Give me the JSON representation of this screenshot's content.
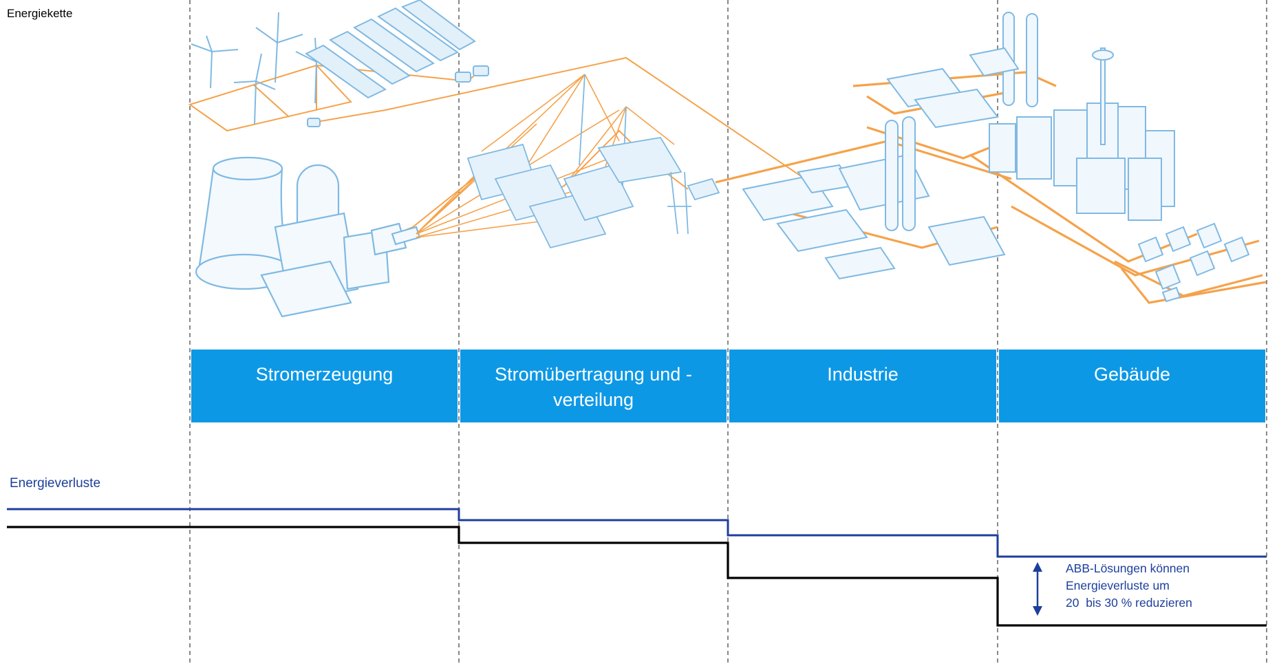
{
  "title": "Energiekette",
  "stages": [
    {
      "label": "Stromerzeugung"
    },
    {
      "label": "Stromübertragung und -verteilung"
    },
    {
      "label": "Industrie"
    },
    {
      "label": "Gebäude"
    }
  ],
  "losses_label": "Energieverluste",
  "note": {
    "line1": "ABB-Lösungen können",
    "line2": "Energieverluste um",
    "line3": "20  bis 30 % reduzieren"
  },
  "colors": {
    "band": "#0d98e6",
    "infrastructure": "#f5a24a",
    "illustration": "#8fc4e8",
    "with_abb_line": "#1c3f9c",
    "baseline_line": "#000000"
  }
}
